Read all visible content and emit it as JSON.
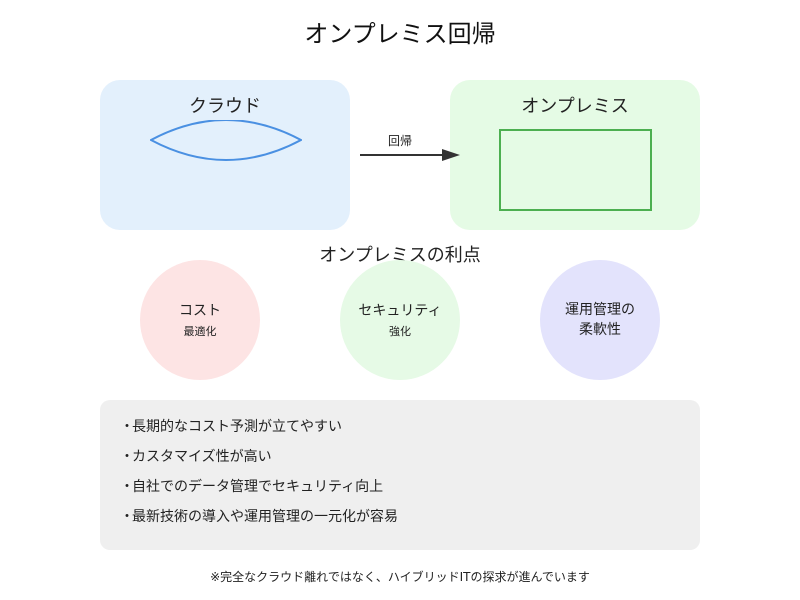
{
  "title": "オンプレミス回帰",
  "cloud": {
    "label": "クラウド",
    "color": "#4a90e2",
    "bg": "#e3f0fc"
  },
  "onprem": {
    "label": "オンプレミス",
    "color": "#4caf50",
    "bg": "#e5fbe5"
  },
  "arrow": {
    "label": "回帰"
  },
  "advantages": {
    "title": "オンプレミスの利点",
    "items": [
      {
        "main": "コスト",
        "sub": "最適化",
        "color": "#fde4e4"
      },
      {
        "main": "セキュリティ",
        "sub": "強化",
        "color": "#e6fae6"
      },
      {
        "main": "運用管理の",
        "main2": "柔軟性",
        "color": "#e3e3fc"
      }
    ]
  },
  "benefits": [
    "長期的なコスト予測が立てやすい",
    "カスタマイズ性が高い",
    "自社でのデータ管理でセキュリティ向上",
    "最新技術の導入や運用管理の一元化が容易"
  ],
  "bullet": "・",
  "footnote": "※完全なクラウド離れではなく、ハイブリッドITの探求が進んでいます"
}
